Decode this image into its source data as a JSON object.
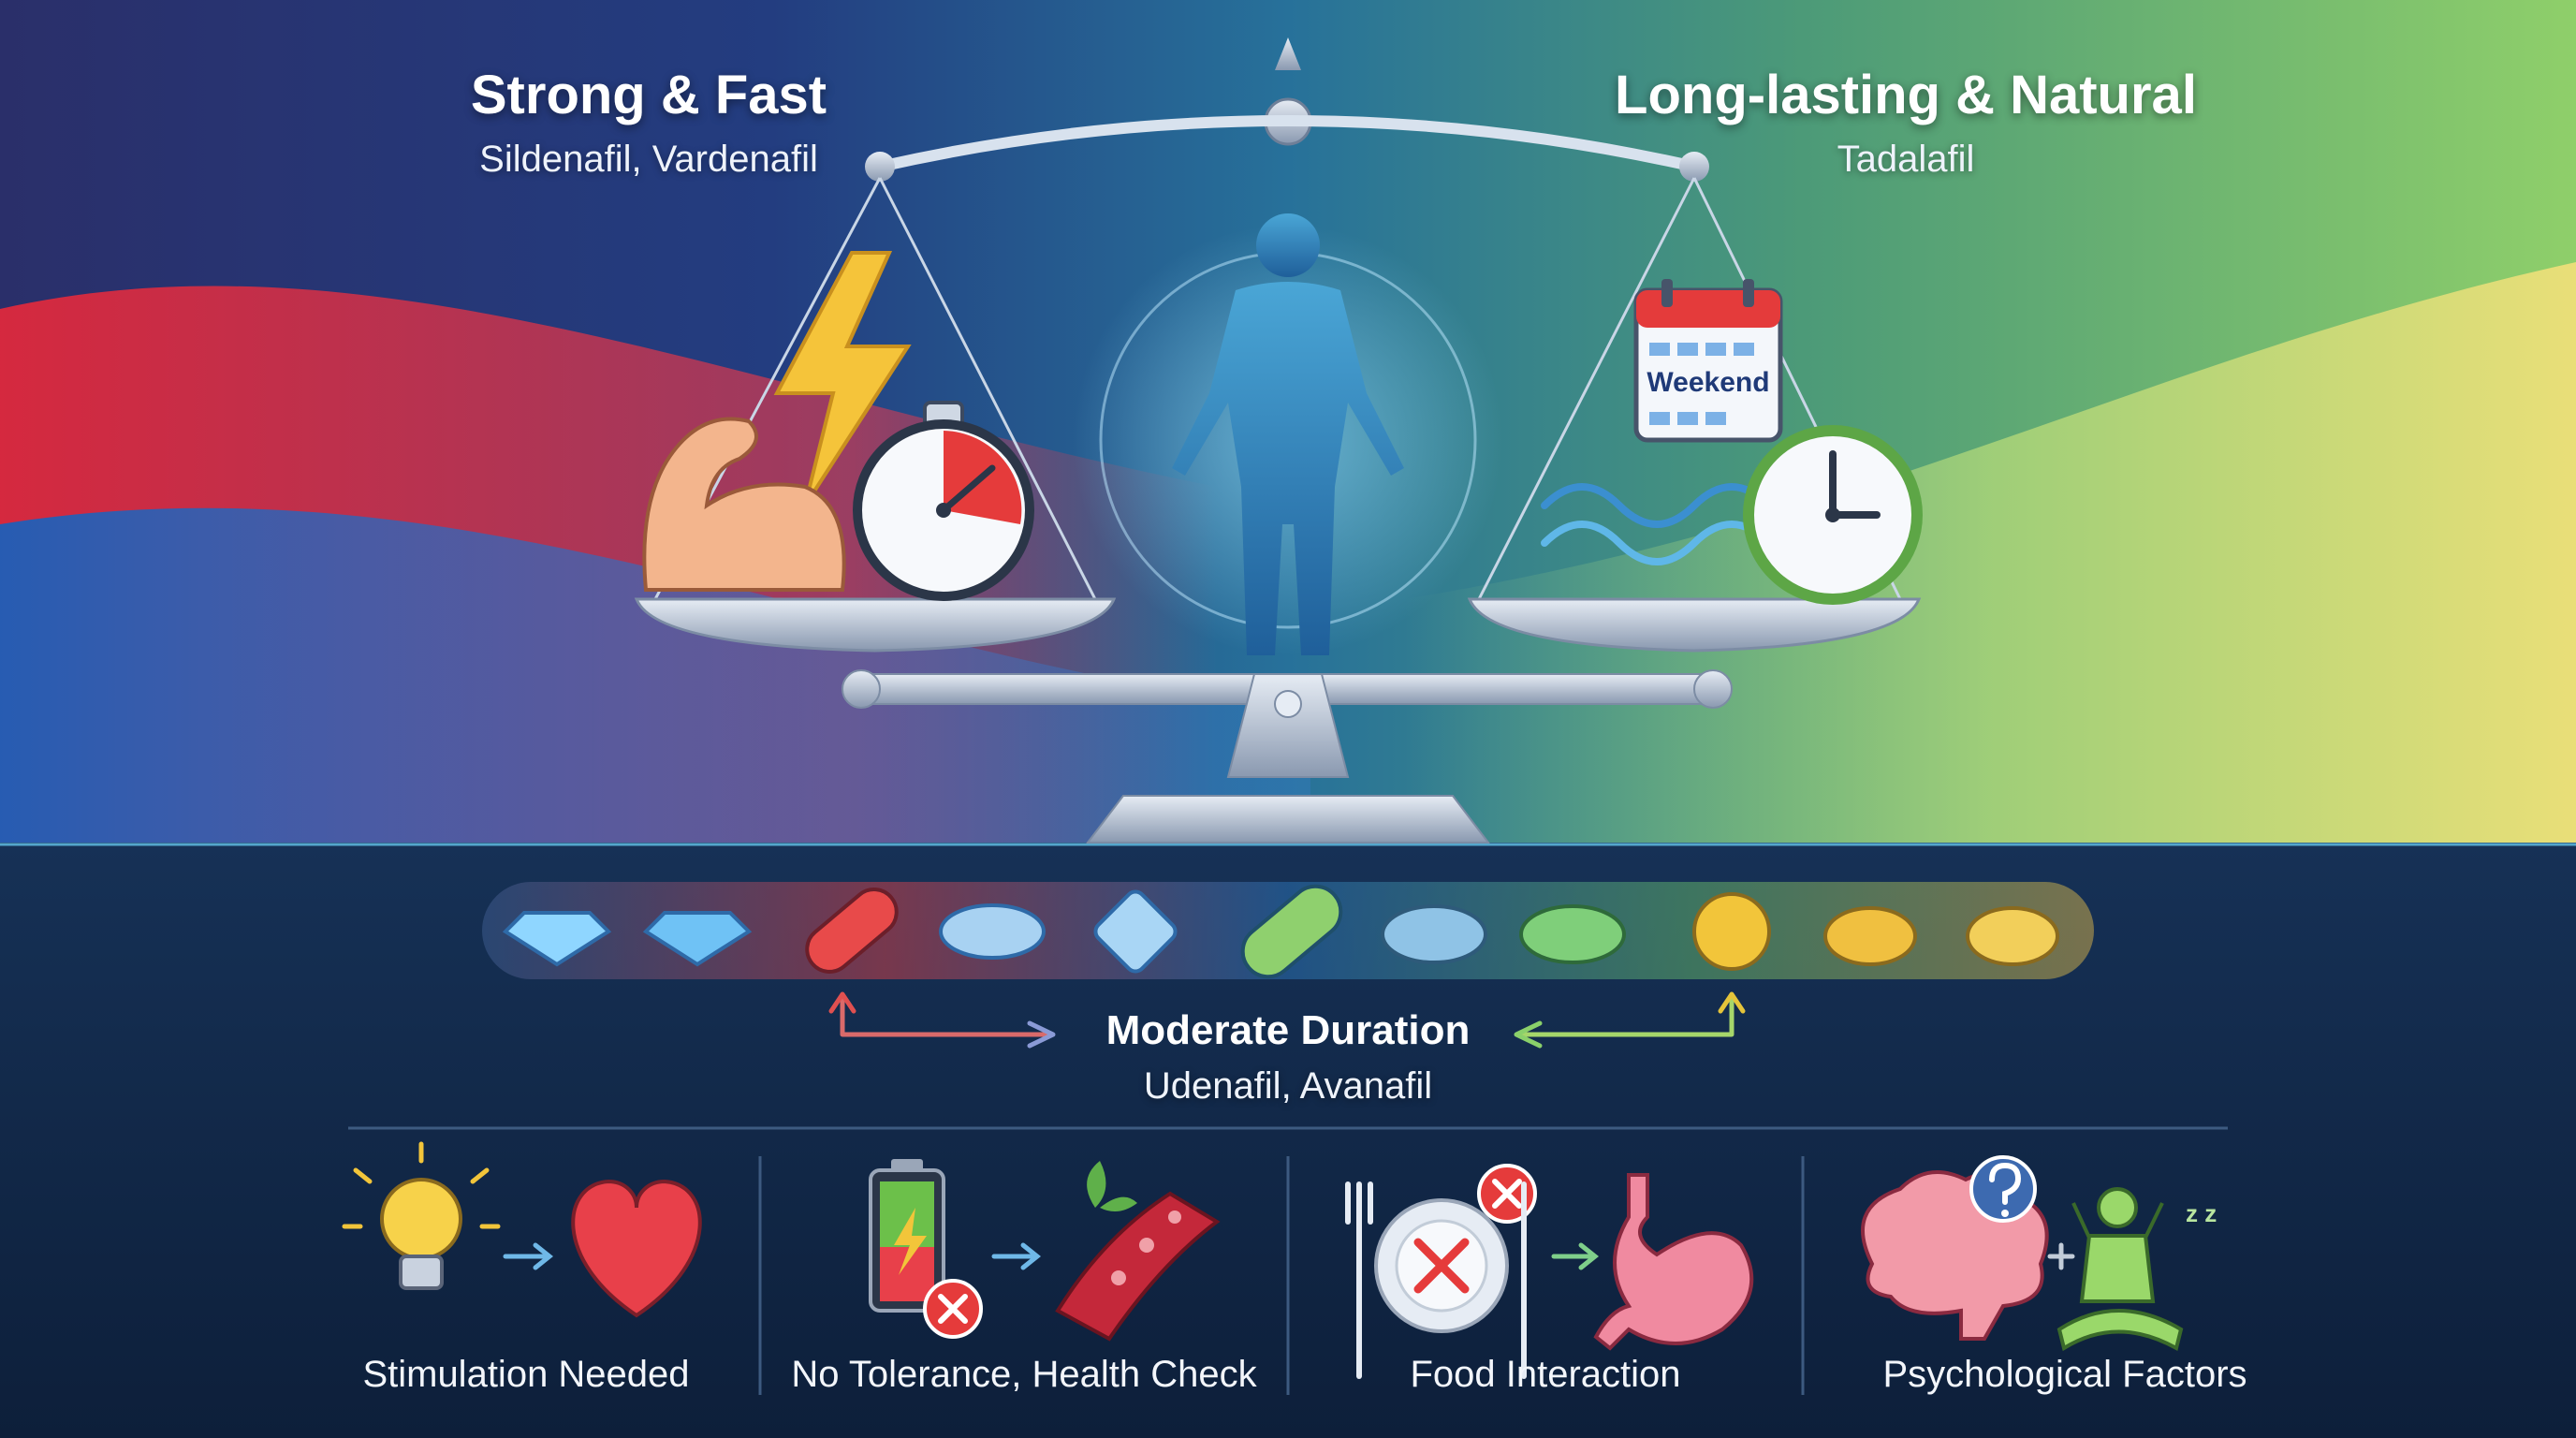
{
  "left_group": {
    "title": "Strong & Fast",
    "subtitle": "Sildenafil, Vardenafil"
  },
  "right_group": {
    "title": "Long-lasting & Natural",
    "subtitle": "Tadalafil"
  },
  "calendar": {
    "label": "Weekend"
  },
  "middle_group": {
    "title": "Moderate Duration",
    "subtitle": "Udenafil, Avanafil"
  },
  "factors": [
    {
      "label": "Stimulation Needed",
      "icon": "lightbulb-heart-icon"
    },
    {
      "label": "No Tolerance, Health Check",
      "icon": "battery-vessel-icon"
    },
    {
      "label": "Food Interaction",
      "icon": "plate-stomach-icon"
    },
    {
      "label": "Psychological Factors",
      "icon": "brain-relax-icon"
    }
  ],
  "colors": {
    "fast_red": "#e6283a",
    "deep_blue": "#1e63b8",
    "natural_green": "#6cbf5c",
    "accent_yellow": "#f2c53a"
  }
}
